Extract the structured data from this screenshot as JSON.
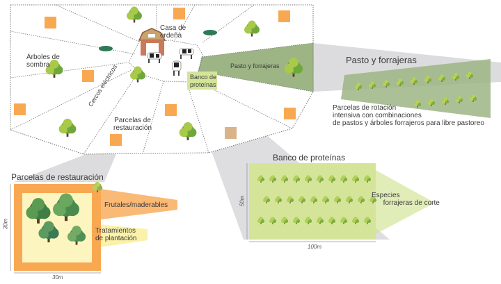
{
  "map": {
    "labels": {
      "casa_ordena": "Casa de\nordeña",
      "arboles_sombra": "Árboles de\nsombra",
      "cercos": "Cercos eléctricos",
      "parcelas_restauracion": "Parcelas de\nrestauración",
      "pasto_forrajeras": "Pasto y forrajeras",
      "banco_proteinas": "Banco de\nproteínas"
    }
  },
  "pasto_detail": {
    "title": "Pasto y forrajeras",
    "description": "Parcelas de rotación\nintensiva con combinaciones\nde pastos y árboles forrajeros para libre pastoreo"
  },
  "restauracion_detail": {
    "title": "Parcelas de restauración",
    "frutales": "Frutales/maderables",
    "tratamientos": "Tratamientos\nde plantación",
    "width": "30m",
    "height": "30m"
  },
  "banco_detail": {
    "title": "Banco de proteínas",
    "species": "Especies\n      forrajeras de corte",
    "width": "100m",
    "height": "50m"
  },
  "colors": {
    "orange_plot": "#f9a852",
    "pasture_green": "#9db585",
    "banco_green": "#d4e59a",
    "gray_callout": "#dcdcde",
    "tree_green": "#5c9a3a"
  }
}
